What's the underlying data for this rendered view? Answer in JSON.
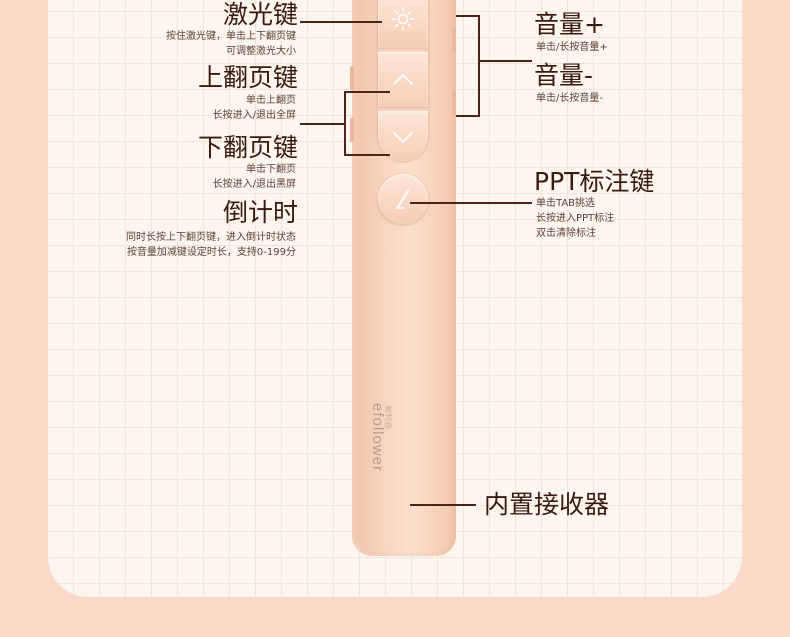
{
  "device": {
    "brand": "efollower",
    "brand_cn": "易利谷"
  },
  "labels": {
    "laser": {
      "title": "激光键",
      "desc": [
        "按住激光键，单击上下翻页键",
        "可调整激光大小"
      ]
    },
    "page_up": {
      "title": "上翻页键",
      "desc": [
        "单击上翻页",
        "长按进入/退出全屏"
      ]
    },
    "page_down": {
      "title": "下翻页键",
      "desc": [
        "单击下翻页",
        "长按进入/退出黑屏"
      ]
    },
    "countdown": {
      "title": "倒计时",
      "desc": [
        "同时长按上下翻页键，进入倒计时状态",
        "按音量加减键设定时长，支持0-199分"
      ]
    },
    "volume_up": {
      "title": "音量+",
      "desc": [
        "单击/长按音量+"
      ]
    },
    "volume_down": {
      "title": "音量-",
      "desc": [
        "单击/长按音量-"
      ]
    },
    "ppt_annotate": {
      "title": "PPT标注键",
      "desc": [
        "单击TAB挑选",
        "长按进入PPT标注",
        "双击清除标注"
      ]
    },
    "receiver": {
      "title": "内置接收器"
    }
  },
  "colors": {
    "background": "#f9d9c8",
    "card": "#fdf6ee",
    "device": "#f7d4bf",
    "text": "#3a1a10"
  }
}
